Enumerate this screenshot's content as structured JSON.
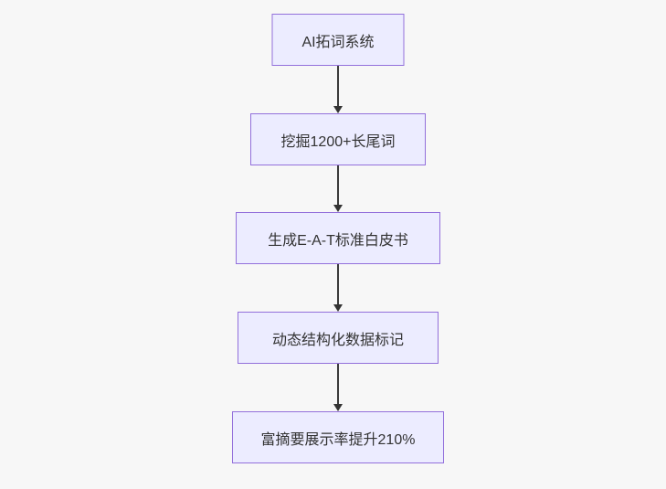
{
  "diagram": {
    "type": "flowchart",
    "direction": "top-down",
    "nodes": [
      {
        "label": "AI拓词系统"
      },
      {
        "label": "挖掘1200+长尾词"
      },
      {
        "label": "生成E-A-T标准白皮书"
      },
      {
        "label": "动态结构化数据标记"
      },
      {
        "label": "富摘要展示率提升210%"
      }
    ],
    "edges": [
      {
        "from": 0,
        "to": 1,
        "style": "solid-arrow-down"
      },
      {
        "from": 1,
        "to": 2,
        "style": "solid-arrow-down"
      },
      {
        "from": 2,
        "to": 3,
        "style": "solid-arrow-down"
      },
      {
        "from": 3,
        "to": 4,
        "style": "solid-arrow-down"
      }
    ],
    "colors": {
      "node_fill": "#ececff",
      "node_border": "#9370db",
      "node_text": "#333333",
      "edge_stroke": "#333333",
      "canvas_background": "#f7f7f7"
    }
  }
}
